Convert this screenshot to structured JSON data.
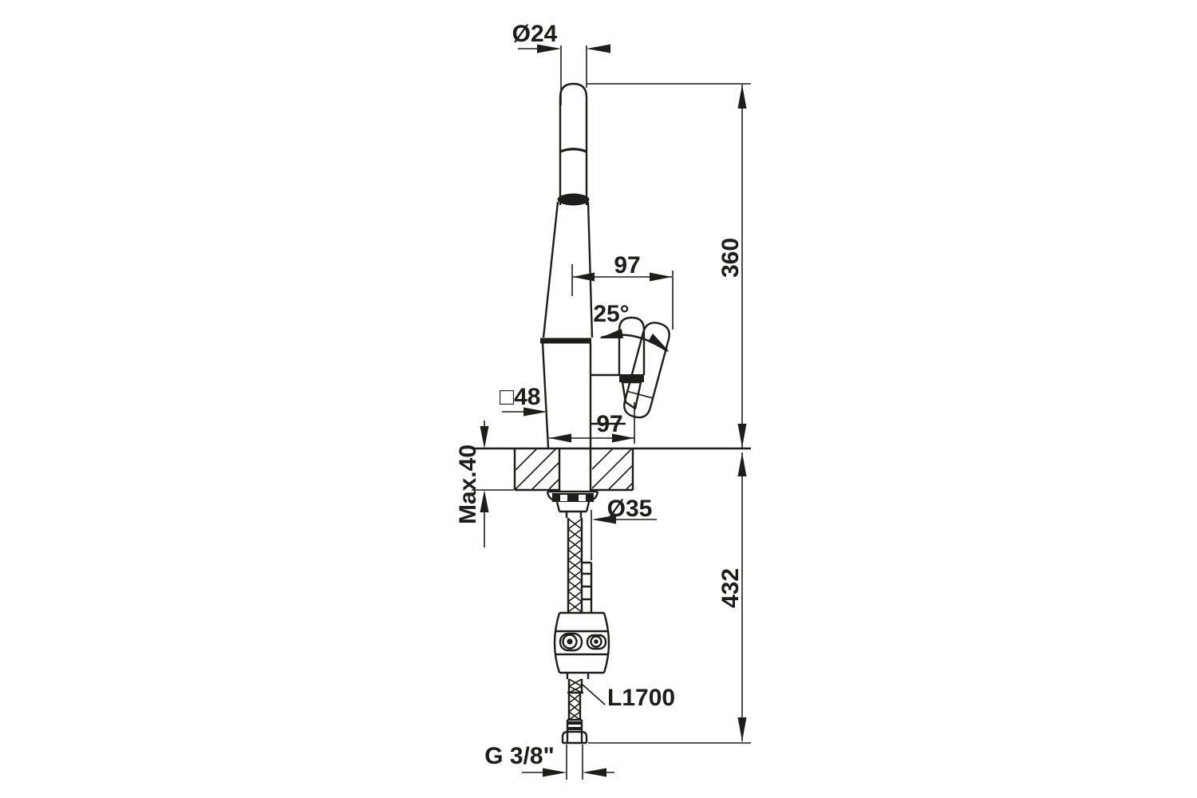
{
  "drawing": {
    "line_color": "#1d1d1b",
    "background_color": "#ffffff",
    "labels": {
      "spout_diameter": "Ø24",
      "height_above_counter": "360",
      "reach_upper": "97",
      "handle_angle": "25°",
      "body_square": "□48",
      "reach_lower": "97",
      "counter_thickness": "Max.40",
      "hole_diameter": "Ø35",
      "depth_below_counter": "432",
      "hose_length": "L1700",
      "thread_size": "G 3/8\""
    }
  }
}
